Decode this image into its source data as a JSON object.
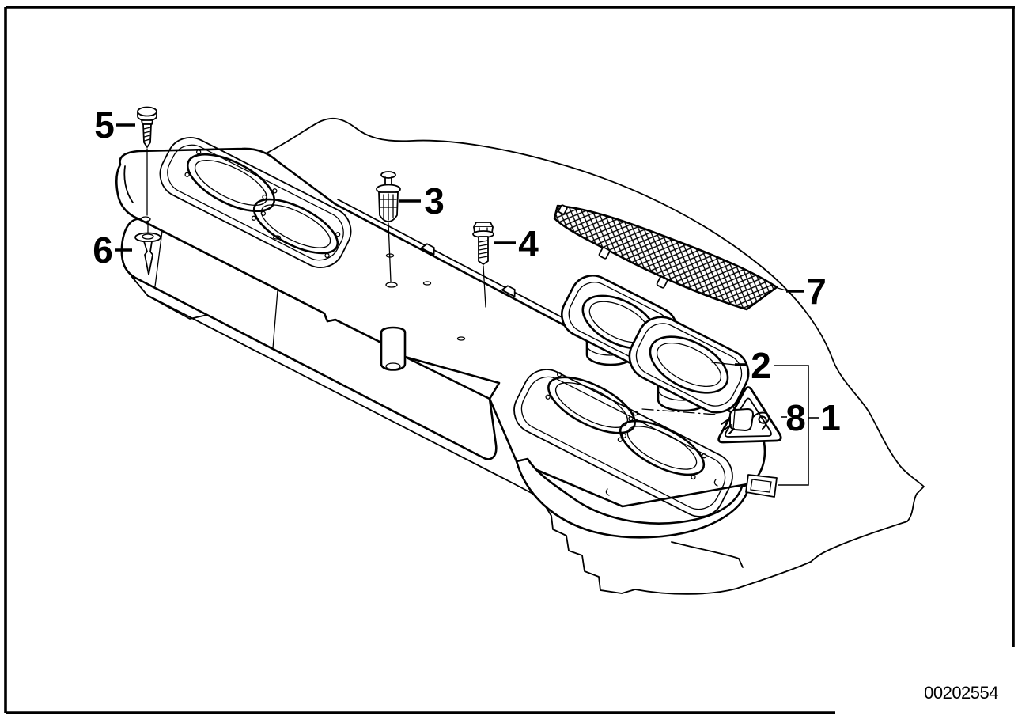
{
  "figure": {
    "drawing_number": "00202554",
    "callouts": [
      {
        "label": "1"
      },
      {
        "label": "2"
      },
      {
        "label": "3"
      },
      {
        "label": "4"
      },
      {
        "label": "5"
      },
      {
        "label": "6"
      },
      {
        "label": "7"
      },
      {
        "label": "8"
      }
    ],
    "colors": {
      "line": "#000000",
      "background": "#ffffff"
    }
  }
}
